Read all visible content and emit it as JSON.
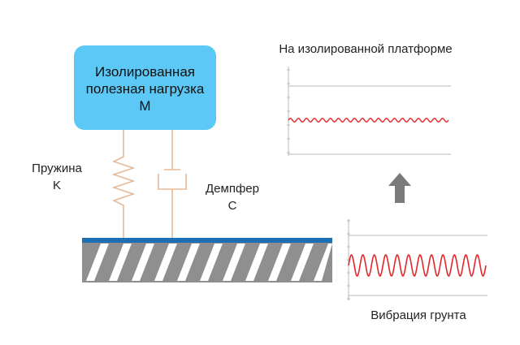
{
  "payload": {
    "line1": "Изолированная",
    "line2": "полезная нагрузка",
    "line3": "M"
  },
  "spring": {
    "line1": "Пружина",
    "line2": "K"
  },
  "damper": {
    "line1": "Демпфер",
    "line2": "C"
  },
  "platform_label": "На изолированной платформе",
  "ground_label": "Вибрация грунта",
  "colors": {
    "payload_fill": "#5bc8f5",
    "suspension_line": "#e6b896",
    "base_top": "#1c6fb3",
    "ground_fill": "#8f8f8f",
    "hatch": "#ffffff",
    "wave": "#e3262b",
    "grid": "#b8b8b8",
    "arrow": "#7a7a7a"
  }
}
